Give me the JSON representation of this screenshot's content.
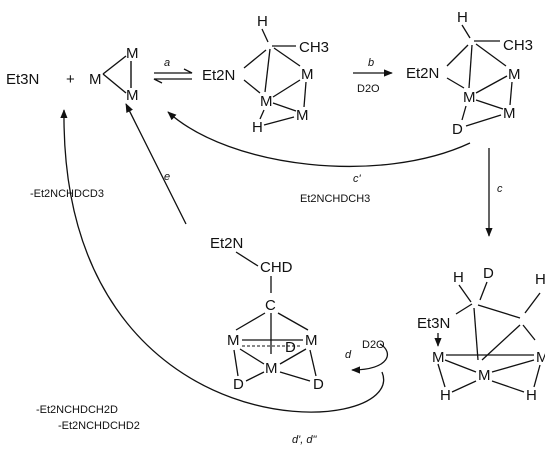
{
  "start": {
    "amine": "Et3N",
    "plus": "+",
    "metal": "M"
  },
  "steps": {
    "a": "a",
    "b": "b",
    "b_reagent": "D2O",
    "c": "c",
    "c_prime": "c'",
    "c_prime_product": "Et2NCHDCH3",
    "d": "d",
    "d_reagent": "D2O",
    "d_prime": "d', d\"",
    "d_products": [
      "-Et2NCHDCH2D",
      "-Et2NCHDCHD2"
    ],
    "e": "e",
    "e_product": "-Et2NCHDCD3"
  },
  "species": {
    "intermediate1": {
      "substituent": "Et2N",
      "h": "H",
      "ch3": "CH3",
      "m": "M",
      "bridge": "H"
    },
    "intermediate2": {
      "substituent": "Et2N",
      "h": "H",
      "ch3": "CH3",
      "m": "M",
      "bridge": "D"
    },
    "intermediate3": {
      "substituent": "Et3N",
      "h1": "H",
      "d": "D",
      "h2": "H",
      "m": "M",
      "h3": "H",
      "h4": "H"
    },
    "intermediate4": {
      "substituent": "Et2N",
      "group": "CHD",
      "c": "C",
      "m": "M",
      "d": "D"
    }
  }
}
